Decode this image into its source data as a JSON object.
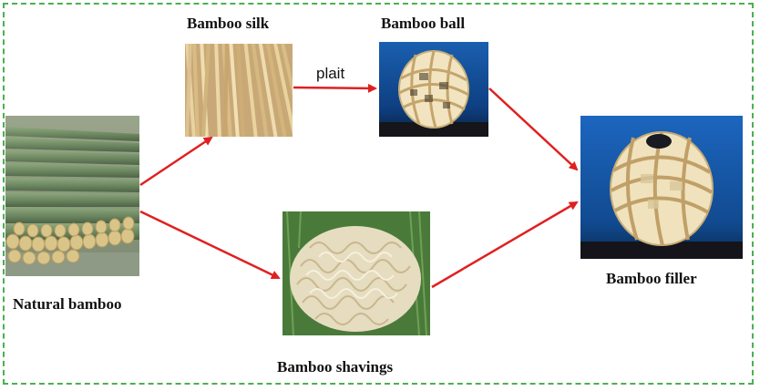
{
  "labels": {
    "natural_bamboo": "Natural bamboo",
    "bamboo_silk": "Bamboo silk",
    "bamboo_ball": "Bamboo ball",
    "bamboo_shavings": "Bamboo shavings",
    "bamboo_filler": "Bamboo filler",
    "plait": "plait"
  },
  "colors": {
    "arrow": "#e02020",
    "frame": "#4caf50"
  }
}
